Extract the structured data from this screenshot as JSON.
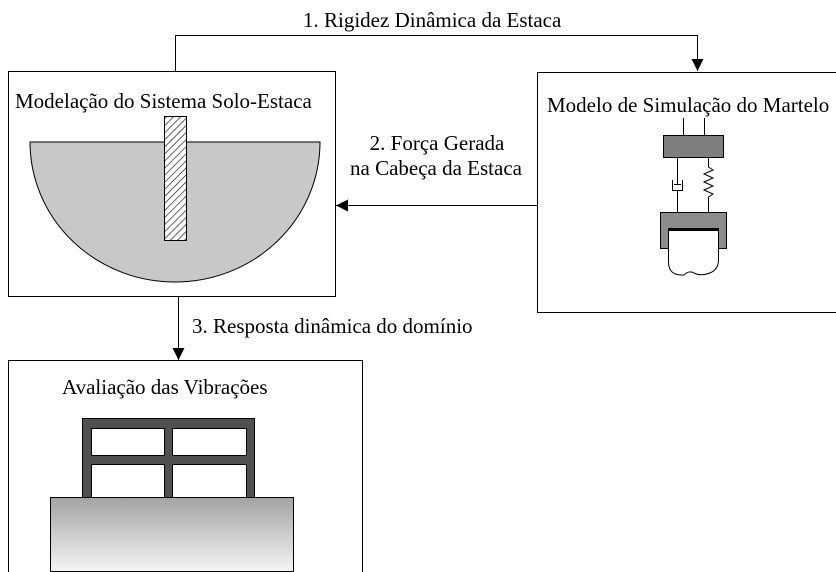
{
  "diagram": {
    "soil_model": {
      "title": "Modelação do Sistema Solo-Estaca"
    },
    "hammer_model": {
      "title": "Modelo de Simulação do Martelo"
    },
    "vibration_assessment": {
      "title": "Avaliação das Vibrações"
    },
    "arrows": {
      "stiffness": {
        "label": "1. Rigidez Dinâmica da Estaca"
      },
      "force": {
        "label_line1": "2. Força Gerada",
        "label_line2": "na Cabeça da Estaca"
      },
      "response": {
        "label": "3. Resposta dinâmica do domínio"
      }
    }
  },
  "colors": {
    "soil": "#c8c8c8",
    "hammer_ram": "#7f7f7f",
    "hammer_cap": "#8c8c8c",
    "building_frame": "#505050",
    "line": "#000000"
  }
}
